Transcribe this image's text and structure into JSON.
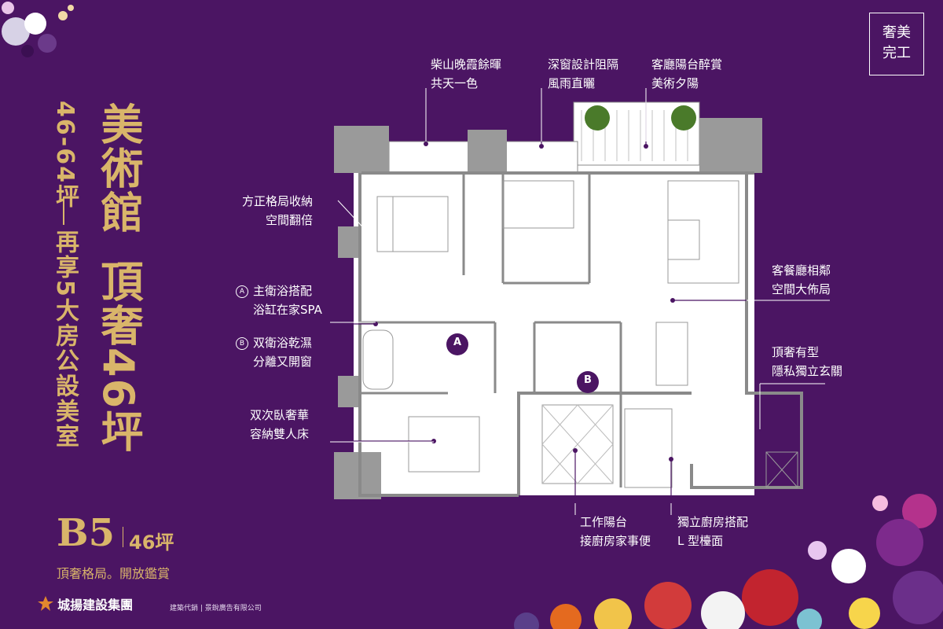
{
  "badge": {
    "line1": "奢美",
    "line2": "完工"
  },
  "headline": {
    "main": "美術館",
    "second": "頂奢46坪",
    "size_range": "46-64坪",
    "sub": "再享5大房公設美室"
  },
  "unit": {
    "code": "B5",
    "size": "46坪",
    "tagline": "頂奢格局。開放鑑賞"
  },
  "callouts": {
    "top1": [
      "柴山晚霞餘暉",
      "共天一色"
    ],
    "top2": [
      "深窗設計阻隔",
      "風雨直曬"
    ],
    "top3": [
      "客廳陽台醉賞",
      "美術夕陽"
    ],
    "left1": [
      "方正格局收納",
      "空間翻倍"
    ],
    "left2_badge": "A",
    "left2": [
      "主衛浴搭配",
      "浴缸在家SPA"
    ],
    "left3_badge": "B",
    "left3": [
      "双衛浴乾濕",
      "分離又開窗"
    ],
    "left4": [
      "双次臥奢華",
      "容納雙人床"
    ],
    "right1": [
      "客餐廳相鄰",
      "空間大佈局"
    ],
    "right2": [
      "頂奢有型",
      "隱私獨立玄關"
    ],
    "bottom1": [
      "工作陽台",
      "接廚房家事便"
    ],
    "bottom2": [
      "獨立廚房搭配",
      "L 型檯面"
    ]
  },
  "plan_labels": {
    "a": "A",
    "b": "B"
  },
  "footer": {
    "brand": "城揚建設集團",
    "credits": "建築代銷 | 景銳廣告有限公司"
  },
  "colors": {
    "background": "#4b1563",
    "gold": "#d9b56a",
    "wall": "#9a9a9a",
    "floor": "#ffffff"
  }
}
